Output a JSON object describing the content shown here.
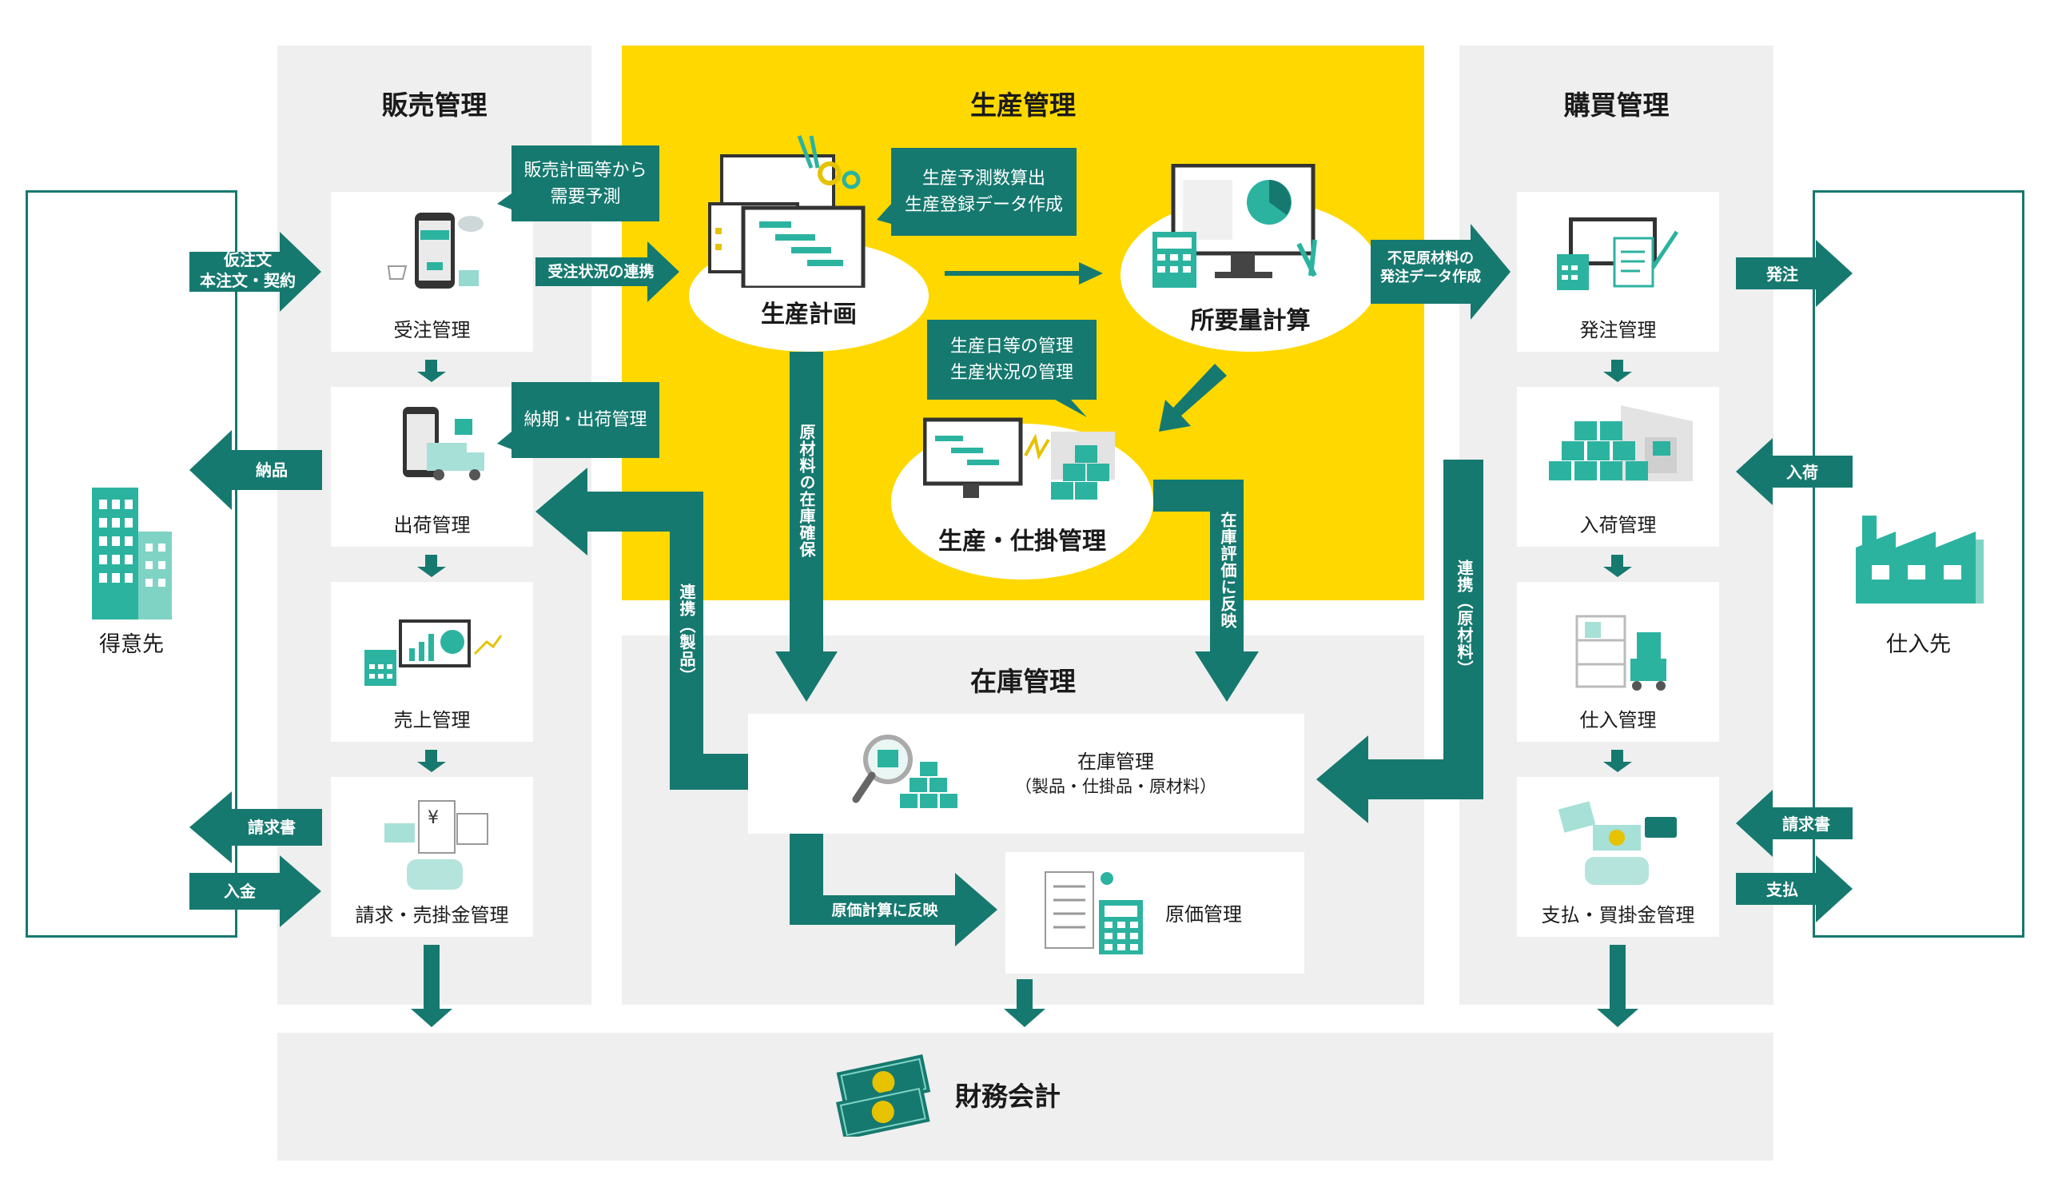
{
  "sections": {
    "sales": "販売管理",
    "production": "生産管理",
    "purchasing": "購買管理",
    "inventory": "在庫管理",
    "finance": "財務会計"
  },
  "external": {
    "customer": "得意先",
    "supplier": "仕入先"
  },
  "sales_cards": [
    "受注管理",
    "出荷管理",
    "売上管理",
    "請求・売掛金管理"
  ],
  "purchase_cards": [
    "発注管理",
    "入荷管理",
    "仕入管理",
    "支払・買掛金管理"
  ],
  "production_nodes": {
    "plan": "生産計画",
    "mrp": "所要量計算",
    "wip": "生産・仕掛管理"
  },
  "inventory_cards": {
    "stock_title": "在庫管理",
    "stock_sub": "（製品・仕掛品・原材料）",
    "cost": "原価管理"
  },
  "callouts": {
    "sales_forecast_1": "販売計画等から",
    "sales_forecast_2": "需要予測",
    "prod_forecast_1": "生産予測数算出",
    "prod_forecast_2": "生産登録データ作成",
    "prod_manage_1": "生産日等の管理",
    "prod_manage_2": "生産状況の管理",
    "delivery": "納期・出荷管理"
  },
  "arrows": {
    "order_in_1": "仮注文",
    "order_in_2": "本注文・契約",
    "delivery_out": "納品",
    "invoice_out": "請求書",
    "payment_in": "入金",
    "order_status": "受注状況の連携",
    "shortage_1": "不足原材料の",
    "shortage_2": "発注データ作成",
    "po_out": "発注",
    "receiving_in": "入荷",
    "supplier_invoice": "請求書",
    "pay_out": "支払",
    "material_secure": "原材料の在庫確保",
    "inventory_eval": "在庫評価に反映",
    "link_products": "連携（製品）",
    "link_materials": "連携（原材料）",
    "cost_reflect": "原価計算に反映"
  },
  "colors": {
    "teal": "#16796f",
    "teal_light": "#2bb3a0",
    "yellow": "#ffd800",
    "gray_bg": "#efefef"
  }
}
